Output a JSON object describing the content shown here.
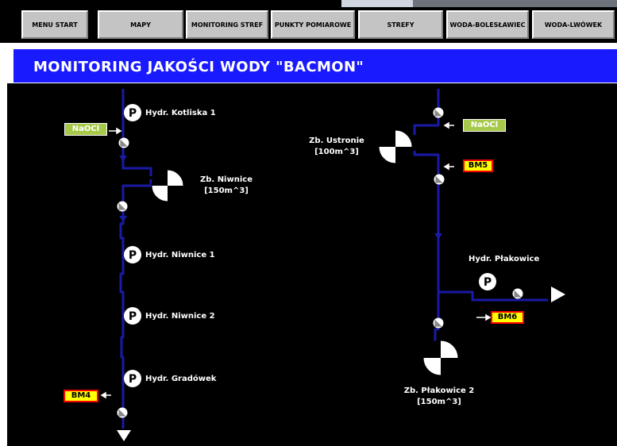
{
  "nav": {
    "items": [
      {
        "label": "MENU START"
      },
      {
        "label": "MAPY"
      },
      {
        "label": "MONITORING STREF"
      },
      {
        "label": "PUNKTY POMIAROWE"
      },
      {
        "label": "STREFY"
      },
      {
        "label": "WODA-BOLESŁAWIEC"
      },
      {
        "label": "WODA-LWÓWEK"
      }
    ]
  },
  "header": {
    "title": "MONITORING JAKOŚCI WODY \"BACMON\""
  },
  "diagram": {
    "hydrants": {
      "kotliska": "Hydr. Kotliska 1",
      "niwnice1": "Hydr. Niwnice 1",
      "niwnice2": "Hydr. Niwnice 2",
      "gradowek": "Hydr. Gradówek",
      "plakowice": "Hydr. Płakowice"
    },
    "hydrant_symbol": "P",
    "reservoirs": {
      "niwnice": {
        "name": "Zb. Niwnice",
        "capacity": "[150m^3]"
      },
      "ustronie": {
        "name": "Zb. Ustronie",
        "capacity": "[100m^3]"
      },
      "plakowice2": {
        "name": "Zb. Płakowice 2",
        "capacity": "[150m^3]"
      }
    },
    "tags": {
      "naocl_left": "NaOCl",
      "naocl_right": "NaOCl",
      "bm4": "BM4",
      "bm5": "BM5",
      "bm6": "BM6"
    },
    "colors": {
      "pipe": "#1a1aa6",
      "title_bar": "#1a1aff",
      "tag_green": "#a6c94a",
      "tag_yellow": "#ffff00",
      "tag_border_red": "#ff0000"
    }
  }
}
